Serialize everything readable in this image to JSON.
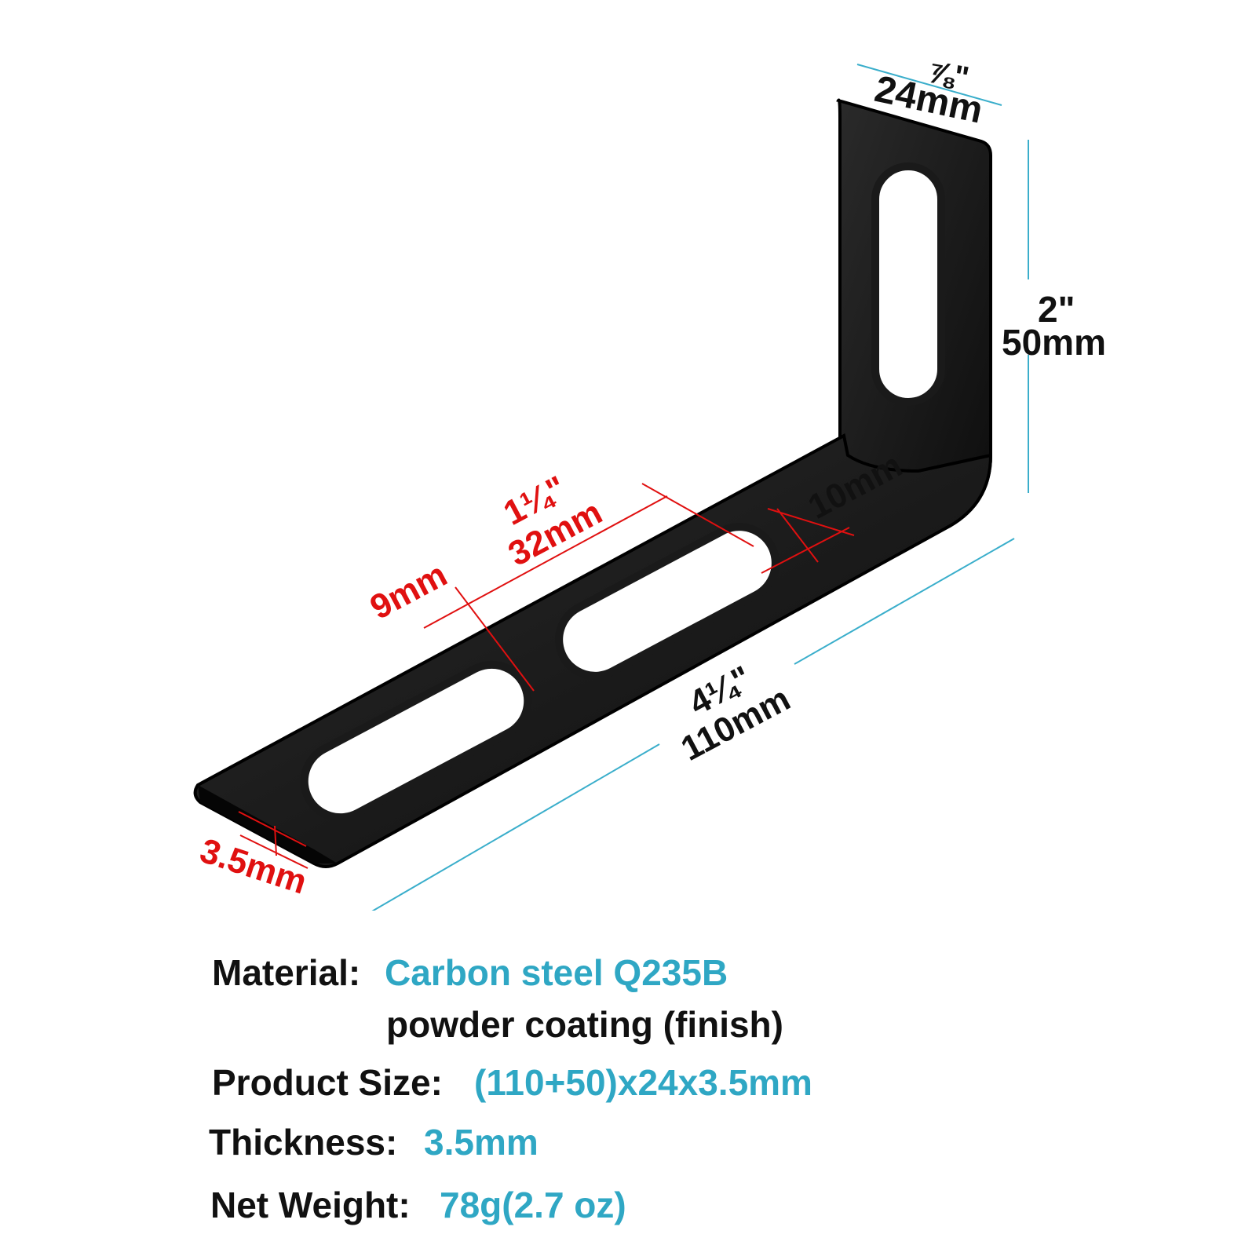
{
  "diagram": {
    "dimensions": {
      "top_width_inch": "⅞\"",
      "top_width_mm": "24mm",
      "vertical_height_inch": "2\"",
      "vertical_height_mm": "50mm",
      "slot_spacing_inch": "1¼\"",
      "slot_spacing_mm": "32mm",
      "slot_width_mm": "10mm",
      "slot_gap_mm": "9mm",
      "base_length_inch": "4¼\"",
      "base_length_mm": "110mm",
      "thickness_mm": "3.5mm"
    },
    "colors": {
      "bracket": "#111111",
      "red_dim": "#e01010",
      "blue_dim": "#3aaecb",
      "black_text": "#111111"
    }
  },
  "specs": {
    "material_label": "Material:",
    "material_value": "Carbon steel Q235B",
    "material_finish": "powder coating (finish)",
    "size_label": "Product Size:",
    "size_value": "(110+50)x24x3.5mm",
    "thickness_label": "Thickness:",
    "thickness_value": "3.5mm",
    "weight_label": "Net Weight:",
    "weight_value": "78g(2.7 oz)"
  }
}
